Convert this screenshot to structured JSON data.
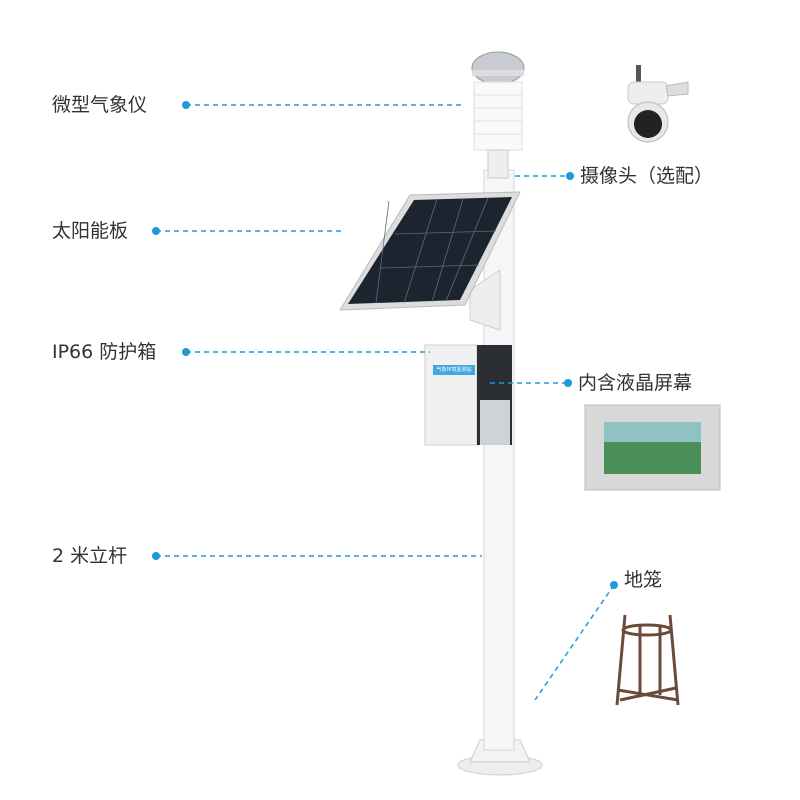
{
  "labels": {
    "weather_station": "微型气象仪",
    "camera": "摄像头（选配）",
    "solar_panel": "太阳能板",
    "enclosure": "IP66 防护箱",
    "lcd": "内含液晶屏幕",
    "pole": "2 米立杆",
    "ground_cage": "地笼"
  },
  "box_label": "气象环境监测站",
  "colors": {
    "accent": "#1e9ad8",
    "text": "#333333"
  }
}
